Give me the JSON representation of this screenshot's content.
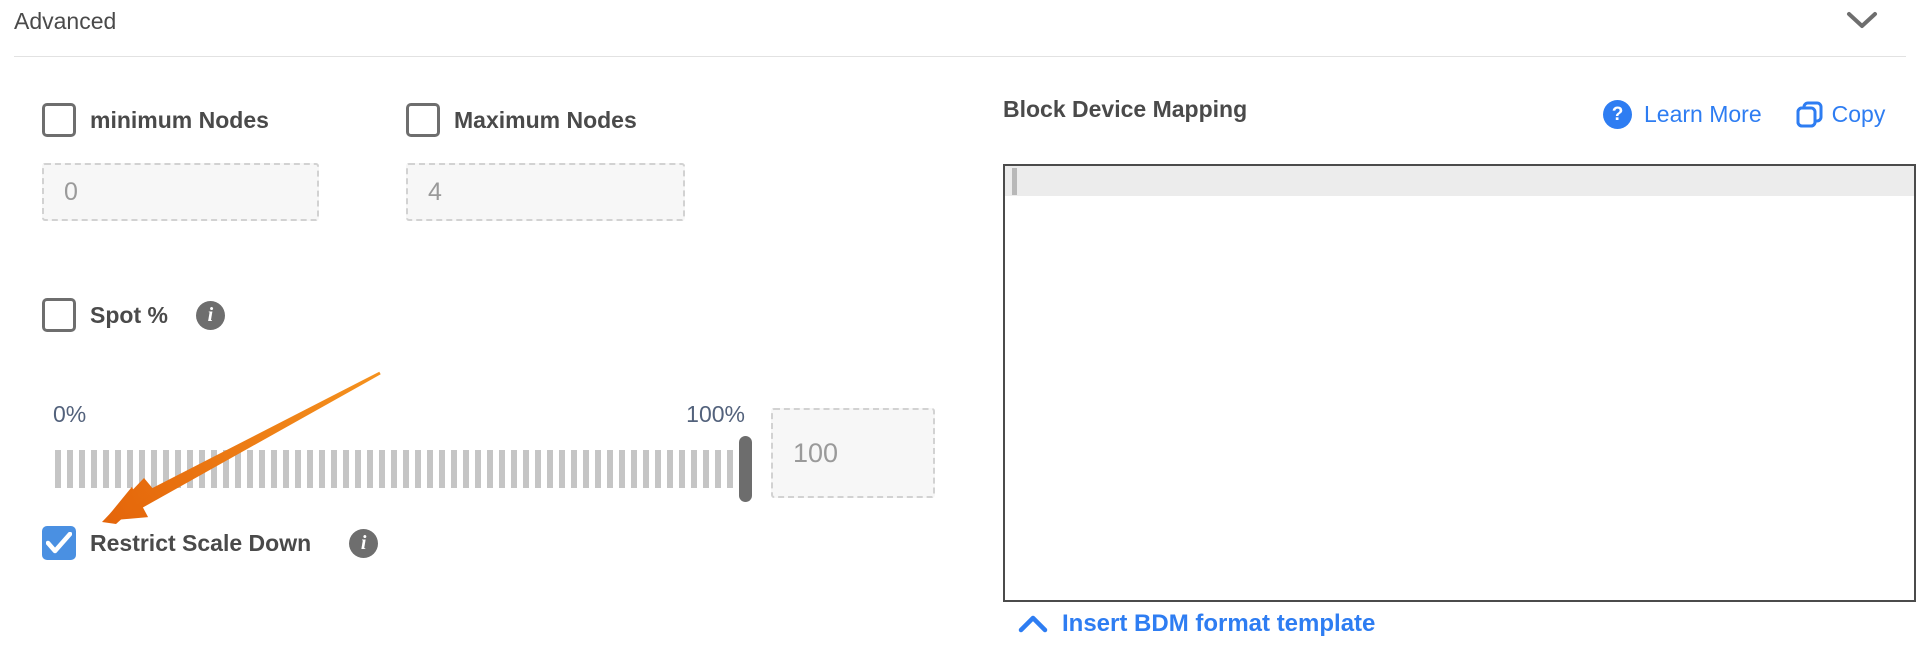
{
  "colors": {
    "accent_blue": "#2e7df2",
    "checkbox_checked_blue": "#4a90e2",
    "arrow_orange": "#ee7211",
    "text_dark": "#4a4a4a",
    "slider_label_gray_blue": "#53627c"
  },
  "header": {
    "title": "Advanced"
  },
  "form": {
    "minimum_nodes": {
      "label": "minimum Nodes",
      "placeholder": "0",
      "checked": false
    },
    "maximum_nodes": {
      "label": "Maximum Nodes",
      "placeholder": "4",
      "checked": false
    },
    "spot": {
      "label": "Spot %",
      "checked": false
    },
    "slider": {
      "min_label": "0%",
      "max_label": "100%",
      "value_placeholder": "100"
    },
    "restrict_scale_down": {
      "label": "Restrict Scale Down",
      "checked": true
    }
  },
  "bdm": {
    "title": "Block Device Mapping",
    "learn_more_label": "Learn More",
    "copy_label": "Copy",
    "editor_content": "",
    "insert_template_label": "Insert BDM format template"
  }
}
